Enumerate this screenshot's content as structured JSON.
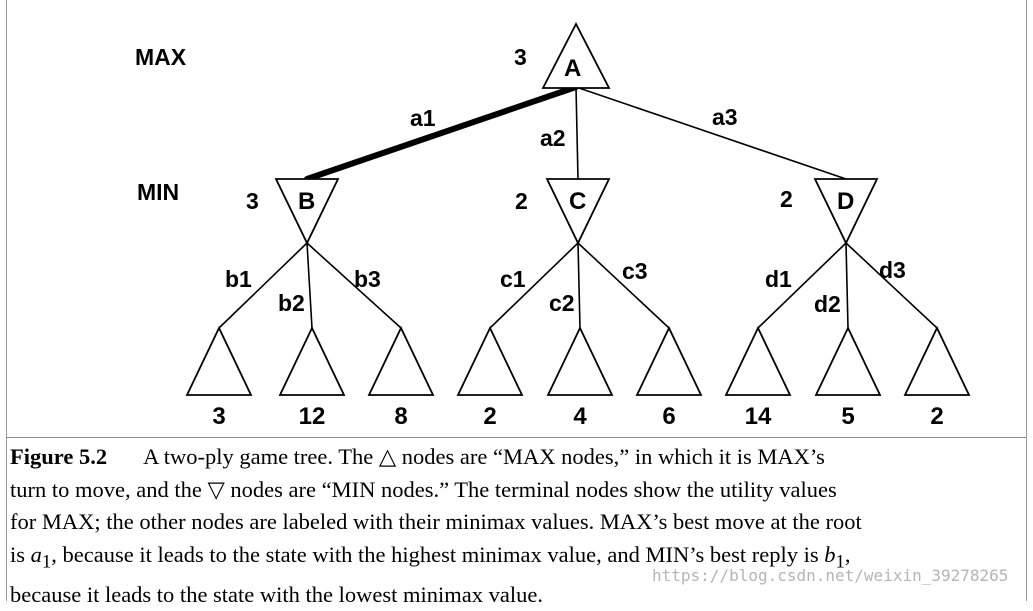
{
  "levels": {
    "max": "MAX",
    "min": "MIN"
  },
  "root": {
    "id": "A",
    "value": "3"
  },
  "min_nodes": [
    {
      "id": "B",
      "value": "3",
      "edge": "a1",
      "highlighted": true,
      "children": [
        {
          "edge": "b1",
          "leaf": "3"
        },
        {
          "edge": "b2",
          "leaf": "12"
        },
        {
          "edge": "b3",
          "leaf": "8"
        }
      ]
    },
    {
      "id": "C",
      "value": "2",
      "edge": "a2",
      "highlighted": false,
      "children": [
        {
          "edge": "c1",
          "leaf": "2"
        },
        {
          "edge": "c2",
          "leaf": "4"
        },
        {
          "edge": "c3",
          "leaf": "6"
        }
      ]
    },
    {
      "id": "D",
      "value": "2",
      "edge": "a3",
      "highlighted": false,
      "children": [
        {
          "edge": "d1",
          "leaf": "14"
        },
        {
          "edge": "d2",
          "leaf": "5"
        },
        {
          "edge": "d3",
          "leaf": "2"
        }
      ]
    }
  ],
  "caption": {
    "figure_label": "Figure 5.2",
    "line1_a": "A two-ply game tree. The △ nodes are “",
    "line1_max": "MAX",
    "line1_b": " nodes,” in which it is ",
    "line1_max2": "MAX",
    "line1_c": "’s",
    "line2_a": "turn to move, and the ▽ nodes are “",
    "line2_min": "MIN",
    "line2_b": " nodes.” The terminal nodes show the utility values",
    "line3_a": "for ",
    "line3_max": "MAX",
    "line3_b": "; the other nodes are labeled with their minimax values. ",
    "line3_max2": "MAX",
    "line3_c": "’s best move at the root",
    "line4_a": "is ",
    "line4_a1": "a",
    "line4_a1_sub": "1",
    "line4_b": ", because it leads to the state with the highest minimax value, and ",
    "line4_min": "MIN",
    "line4_c": "’s best reply is ",
    "line4_b1": "b",
    "line4_b1_sub": "1",
    "line4_d": ",",
    "line5": "because it leads to the state with the lowest minimax value."
  },
  "watermark": "https://blog.csdn.net/weixin_39278265"
}
